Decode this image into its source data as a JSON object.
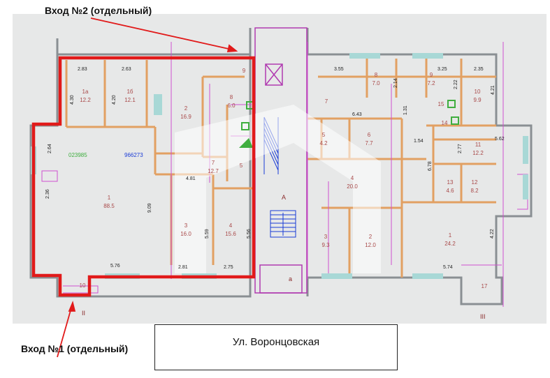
{
  "annotations": {
    "entry_2": "Вход №2 (отдельный)",
    "entry_1": "Вход №1 (отдельный)"
  },
  "street": "Ул. Воронцовская",
  "section_labels": {
    "left": "II",
    "right": "III",
    "stair_a": "A",
    "stair_a_small": "а"
  },
  "dimensions": {
    "left_top_1": "2.83",
    "left_top_2": "2.63",
    "left_v1": "4.30",
    "left_v2": "4.20",
    "left_v3": "2.64",
    "left_v4": "2.36",
    "left_v5": "9.09",
    "mid_481": "4.81",
    "mid_559": "5.59",
    "mid_556": "5.56",
    "bottom_576": "5.76",
    "bottom_281": "2.81",
    "bottom_275": "2.75",
    "right_355": "3.55",
    "right_214": "2.14",
    "right_325": "3.25",
    "right_235": "2.35",
    "right_222": "2.22",
    "right_421": "4.21",
    "right_643": "6.43",
    "right_131": "1.31",
    "right_154": "1.54",
    "right_678": "6.78",
    "right_277": "2.77",
    "right_562": "5.62",
    "right_422": "4.22",
    "right_574": "5.74"
  },
  "cad_numbers": {
    "green": "023985",
    "blue": "966273"
  },
  "rooms_left": [
    {
      "num": "1а",
      "area": "12.2"
    },
    {
      "num": "1б",
      "area": "12.1"
    },
    {
      "num": "2",
      "area": "16.9"
    },
    {
      "num": "8",
      "area": "6.0"
    },
    {
      "num": "9",
      "area": ""
    },
    {
      "num": "7",
      "area": "12.7"
    },
    {
      "num": "5",
      "area": ""
    },
    {
      "num": "1",
      "area": "88.5"
    },
    {
      "num": "3",
      "area": "16.0"
    },
    {
      "num": "4",
      "area": "15.6"
    },
    {
      "num": "10",
      "area": ""
    }
  ],
  "rooms_right": [
    {
      "num": "8",
      "area": "7.0"
    },
    {
      "num": "9",
      "area": "7.2"
    },
    {
      "num": "10",
      "area": "9.9"
    },
    {
      "num": "15",
      "area": ""
    },
    {
      "num": "14",
      "area": ""
    },
    {
      "num": "5",
      "area": "4.2"
    },
    {
      "num": "6",
      "area": "7.7"
    },
    {
      "num": "4",
      "area": "20.0"
    },
    {
      "num": "11",
      "area": "12.2"
    },
    {
      "num": "13",
      "area": "4.6"
    },
    {
      "num": "12",
      "area": "8.2"
    },
    {
      "num": "3",
      "area": "9.3"
    },
    {
      "num": "2",
      "area": "12.0"
    },
    {
      "num": "1",
      "area": "24.2"
    },
    {
      "num": "17",
      "area": ""
    },
    {
      "num": "7",
      "area": ""
    }
  ]
}
